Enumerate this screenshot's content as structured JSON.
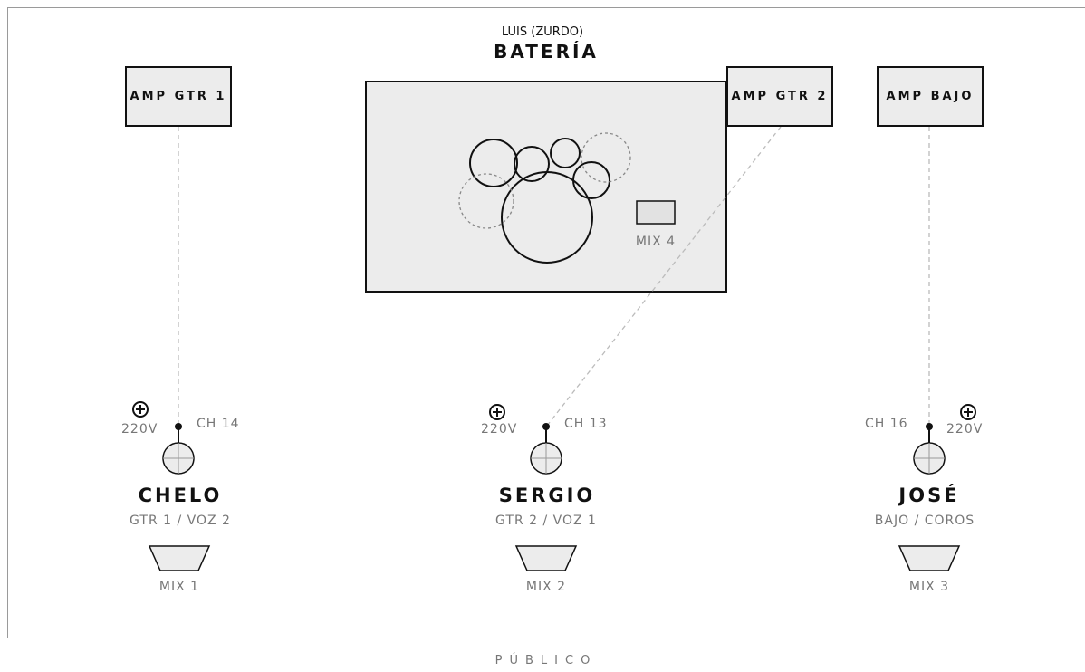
{
  "drums": {
    "musician": "LUIS (ZURDO)",
    "title": "BATERÍA",
    "monitor": "MIX 4"
  },
  "amps": {
    "gtr1": "AMP GTR 1",
    "gtr2": "AMP GTR 2",
    "bajo": "AMP BAJO"
  },
  "musicians": [
    {
      "name": "CHELO",
      "role": "GTR 1 / VOZ 2",
      "channel": "CH 14",
      "power": "220V",
      "monitor": "MIX 1"
    },
    {
      "name": "SERGIO",
      "role": "GTR 2 / VOZ 1",
      "channel": "CH 13",
      "power": "220V",
      "monitor": "MIX 2"
    },
    {
      "name": "JOSÉ",
      "role": "BAJO / COROS",
      "channel": "CH 16",
      "power": "220V",
      "monitor": "MIX 3"
    }
  ],
  "audience": "PÚBLICO",
  "colors": {
    "line": "#111111",
    "muted": "#777777",
    "fill": "#ececec",
    "cable": "#bbbbbb"
  }
}
